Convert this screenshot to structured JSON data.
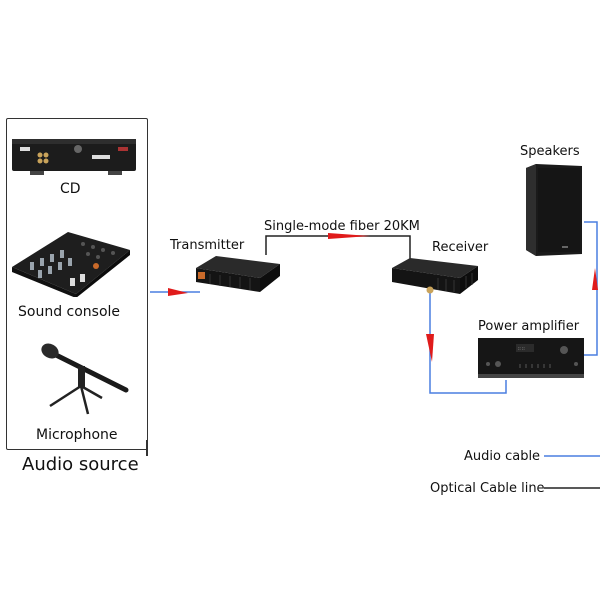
{
  "diagram": {
    "source_group": {
      "title": "Audio source",
      "items": [
        {
          "name": "cd-player",
          "label": "CD"
        },
        {
          "name": "sound-console",
          "label": "Sound console"
        },
        {
          "name": "microphone",
          "label": "Microphone"
        }
      ]
    },
    "transmitter": {
      "label": "Transmitter"
    },
    "fiber": {
      "label": "Single-mode fiber 20KM"
    },
    "receiver": {
      "label": "Receiver"
    },
    "power_amplifier": {
      "label": "Power amplifier"
    },
    "speakers": {
      "label": "Speakers"
    },
    "legend": [
      {
        "label": "Audio cable",
        "color": "#4a7fe0"
      },
      {
        "label": "Optical Cable line",
        "color": "#222222"
      }
    ],
    "colors": {
      "audio_cable": "#4a7fe0",
      "optical_cable": "#222222",
      "arrow": "#e01b1b",
      "device": "#1c1c1c"
    }
  }
}
